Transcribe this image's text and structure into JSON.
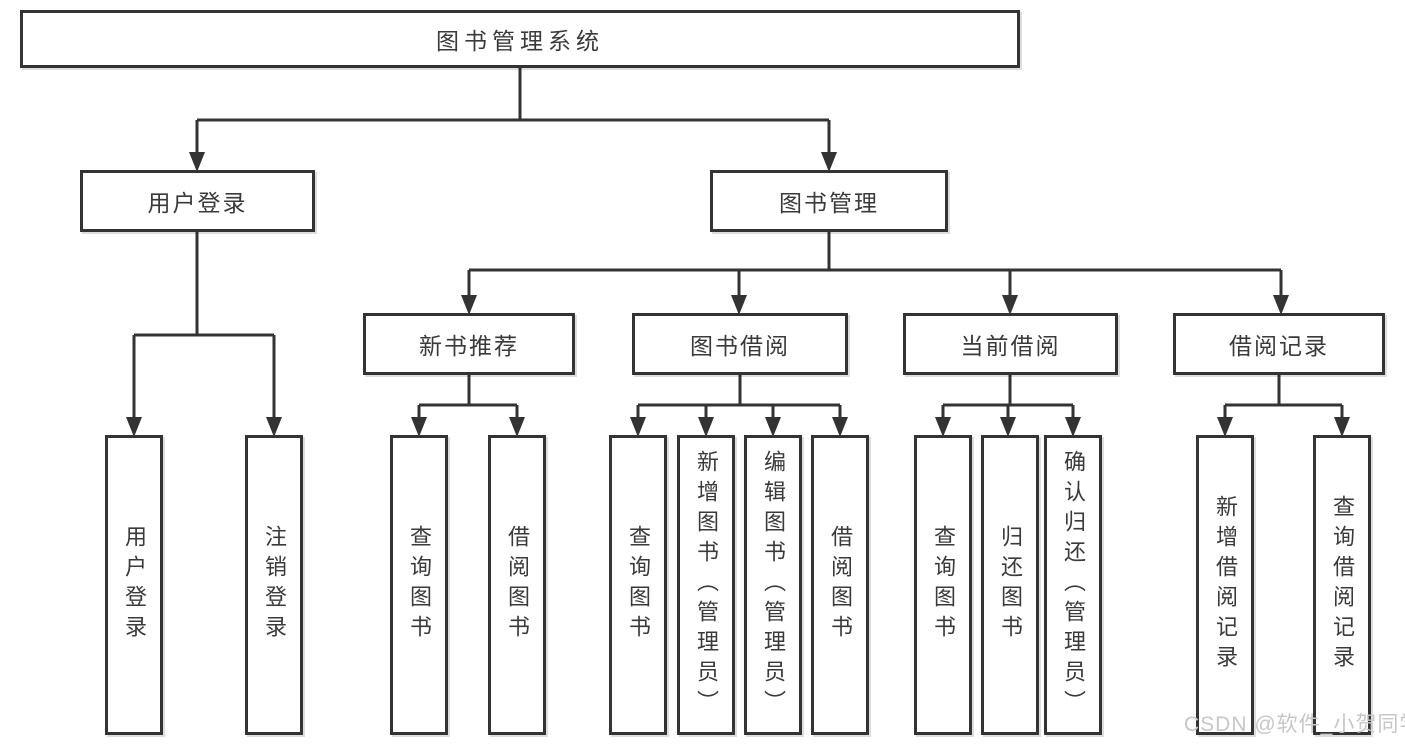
{
  "tree": {
    "label": "图书管理系统",
    "children": [
      {
        "label": "用户登录",
        "children": [
          {
            "label": "用户登录"
          },
          {
            "label": "注销登录"
          }
        ]
      },
      {
        "label": "图书管理",
        "children": [
          {
            "label": "新书推荐",
            "children": [
              {
                "label": "查询图书"
              },
              {
                "label": "借阅图书"
              }
            ]
          },
          {
            "label": "图书借阅",
            "children": [
              {
                "label": "查询图书"
              },
              {
                "label": "新增图书（管理员）"
              },
              {
                "label": "编辑图书（管理员）"
              },
              {
                "label": "借阅图书"
              }
            ]
          },
          {
            "label": "当前借阅",
            "children": [
              {
                "label": "查询图书"
              },
              {
                "label": "归还图书"
              },
              {
                "label": "确认归还（管理员）"
              }
            ]
          },
          {
            "label": "借阅记录",
            "children": [
              {
                "label": "新增借阅记录"
              },
              {
                "label": "查询借阅记录"
              }
            ]
          }
        ]
      }
    ]
  },
  "watermark": {
    "text": "CSDN @软件_小贺同学"
  },
  "colors": {
    "line": "#333333",
    "box_border": "#333333",
    "box_fill": "#ffffff",
    "text": "#3a3a3a",
    "watermark": "#c7c7c7",
    "background": "#ffffff"
  }
}
